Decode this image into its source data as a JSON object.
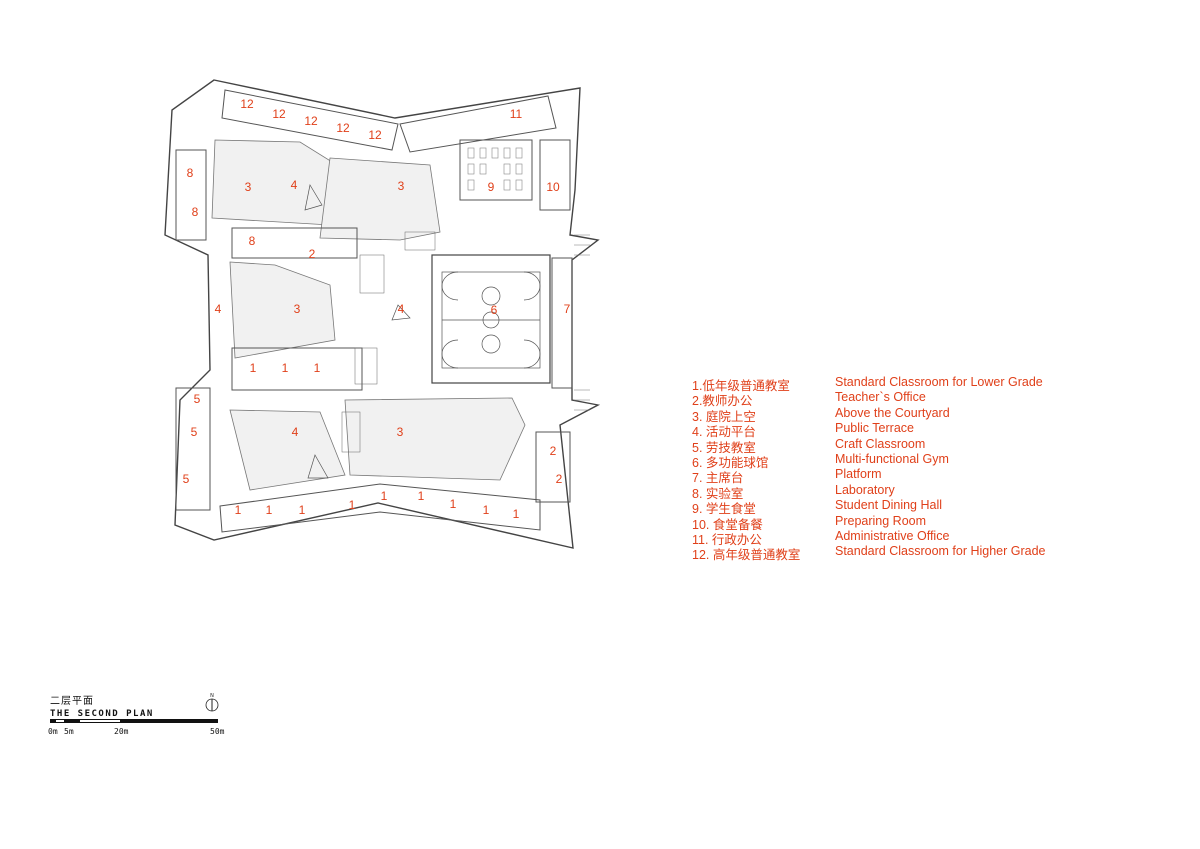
{
  "room_numbers": [
    "12",
    "12",
    "12",
    "12",
    "12",
    "11",
    "8",
    "3",
    "4",
    "3",
    "9",
    "10",
    "8",
    "8",
    "2",
    "4",
    "3",
    "4",
    "6",
    "7",
    "1",
    "1",
    "1",
    "5",
    "5",
    "4",
    "3",
    "2",
    "5",
    "2",
    "1",
    "1",
    "1",
    "1",
    "1",
    "1",
    "1",
    "1",
    "1"
  ],
  "legend": [
    {
      "cn": "1.低年级普通教室",
      "en": "Standard Classroom for Lower Grade"
    },
    {
      "cn": "2.教师办公",
      "en": "Teacher`s Office"
    },
    {
      "cn": "3. 庭院上空",
      "en": "Above the Courtyard"
    },
    {
      "cn": "4. 活动平台",
      "en": "Public Terrace"
    },
    {
      "cn": "5. 劳技教室",
      "en": "Craft Classroom"
    },
    {
      "cn": "6. 多功能球馆",
      "en": "Multi-functional Gym"
    },
    {
      "cn": "7. 主席台",
      "en": "Platform"
    },
    {
      "cn": "8. 实验室",
      "en": "Laboratory"
    },
    {
      "cn": "9. 学生食堂",
      "en": "Student Dining Hall"
    },
    {
      "cn": "10. 食堂备餐",
      "en": "Preparing Room"
    },
    {
      "cn": "11.  行政办公",
      "en": "Administrative Office"
    },
    {
      "cn": "12. 高年级普通教室",
      "en": "Standard Classroom for Higher Grade"
    }
  ],
  "title": {
    "cn": "二层平面",
    "en": "THE SECOND PLAN"
  },
  "scale": {
    "labels": [
      "0m",
      "5m",
      "20m",
      "50m"
    ]
  },
  "north_label": "N",
  "colors": {
    "accent": "#e0401a",
    "line": "#555555",
    "fill": "#f2f2f2"
  }
}
